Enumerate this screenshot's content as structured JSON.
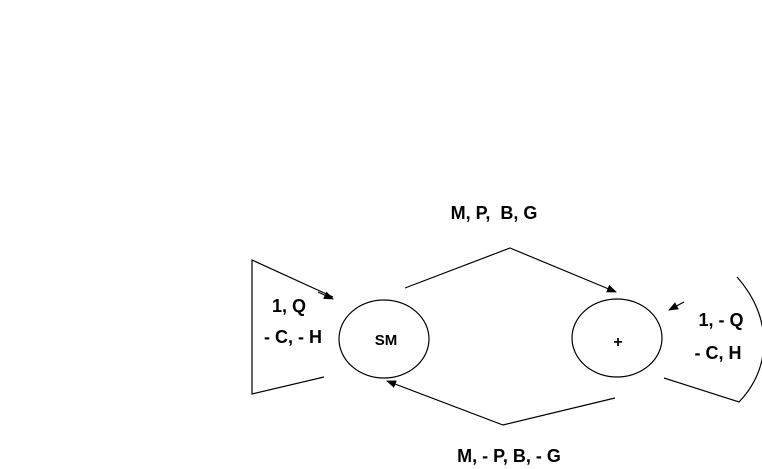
{
  "nodes": {
    "left": {
      "label": "SM"
    },
    "right": {
      "label": "+"
    }
  },
  "edges": {
    "top": {
      "label": "M, P,  B, G"
    },
    "bottom": {
      "label": "M, - P, B, - G"
    }
  },
  "self_loops": {
    "left": {
      "line1": "1, Q",
      "line2": "- C, - H"
    },
    "right": {
      "line1": "1, - Q",
      "line2": "- C, H"
    }
  }
}
